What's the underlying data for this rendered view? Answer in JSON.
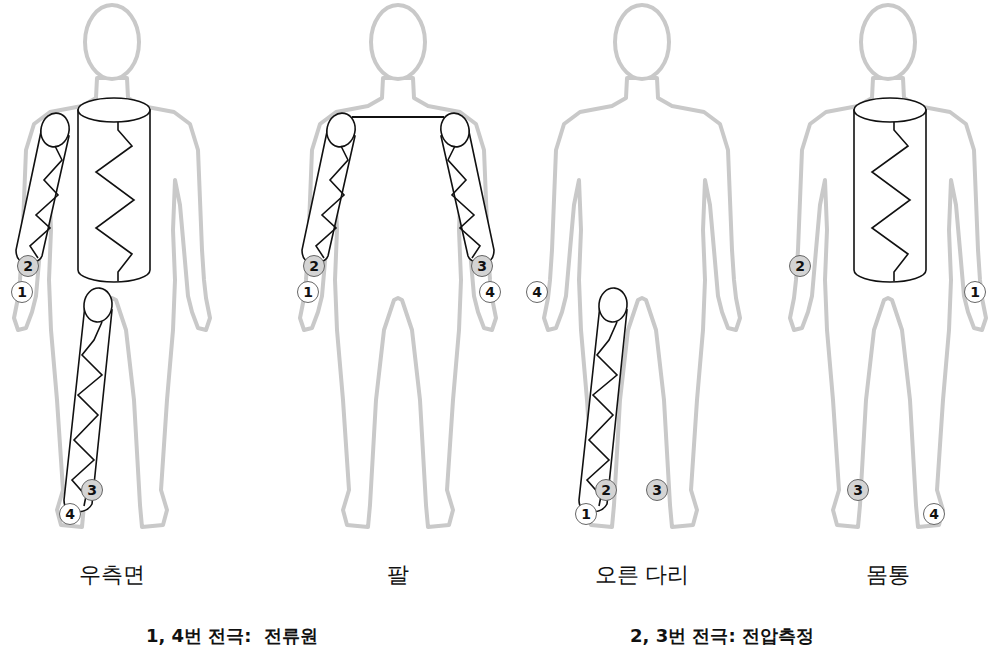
{
  "diagram": {
    "labels": [
      "2",
      "1",
      "3",
      "4",
      "우측면",
      "2",
      "1",
      "3",
      "4",
      "팔",
      "4",
      "2",
      "1",
      "3",
      "오른 다리",
      "2",
      "1",
      "3",
      "4",
      "몸통",
      "1, 4번 전극:  전류원",
      "2, 3번 전극: 전압측정"
    ]
  }
}
